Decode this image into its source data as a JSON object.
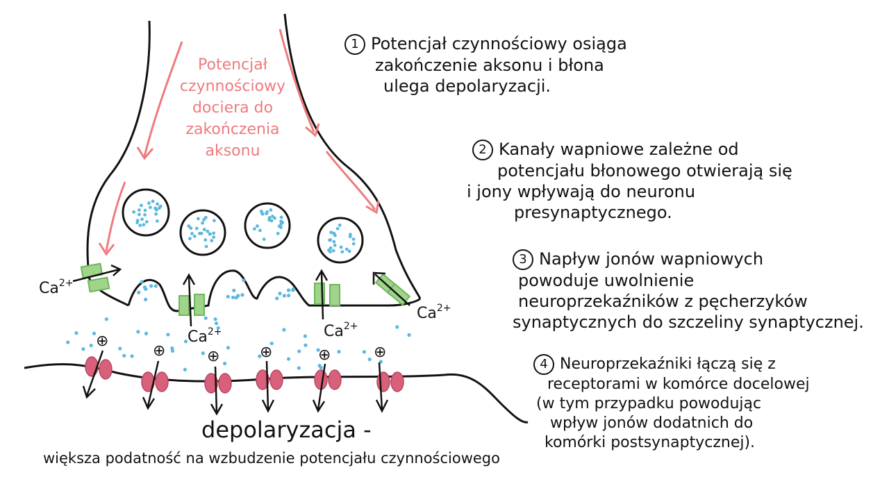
{
  "pink_note": [
    "Potencjał",
    "czynnościowy",
    "dociera do",
    "zakończenia",
    "aksonu"
  ],
  "ion_label": "Ca",
  "ion_charge": "2+",
  "plus_sign": "⊕",
  "steps": [
    {
      "number": "1",
      "lines": [
        "Potencjał czynnościowy osiąga",
        "zakończenie aksonu i błona",
        "ulega depolaryzacji."
      ]
    },
    {
      "number": "2",
      "lines": [
        "Kanały wapniowe zależne od",
        "potencjału błonowego otwierają się",
        "i jony wpływają do neuronu",
        "presynaptycznego."
      ]
    },
    {
      "number": "3",
      "lines": [
        "Napływ jonów wapniowych",
        "powoduje uwolnienie",
        "neuroprzekaźników z pęcherzyków",
        "synaptycznych do szczeliny synaptycznej."
      ]
    },
    {
      "number": "4",
      "lines": [
        "Neuroprzekaźniki łączą się z",
        "receptorami w komórce docelowej",
        "(w tym przypadku powodując",
        "wpływ jonów dodatnich do",
        "komórki postsynaptycznej)."
      ]
    }
  ],
  "bottom": {
    "main": "depolaryzacja -",
    "sub": "większa podatność na wzbudzenie potencjału czynnościowego"
  },
  "colors": {
    "ink": "#111111",
    "pink": "#ee7a7e",
    "vesicle_dot": "#5bb8de",
    "channel_green": "#9fd48a",
    "channel_green_stroke": "#6fb45e",
    "receptor_pink": "#d9607a"
  }
}
